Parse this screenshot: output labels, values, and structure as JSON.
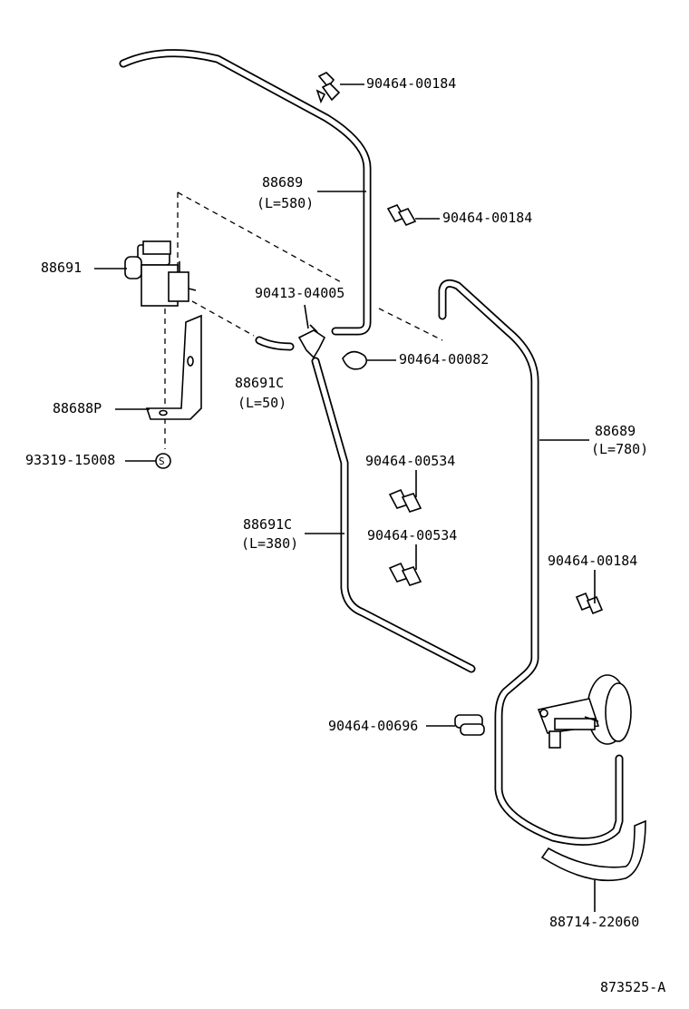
{
  "labels": {
    "clip_top": "90464-00184",
    "hose_top": "88689",
    "hose_top_len": "(L=580)",
    "clip_upper_right": "90464-00184",
    "vsv": "88691",
    "union": "90413-04005",
    "clip_small": "90464-00082",
    "hose_short": "88691C",
    "hose_short_len": "(L=50)",
    "bracket": "88688P",
    "bolt": "93319-15008",
    "clip_mid_1": "90464-00534",
    "hose_long": "88691C",
    "hose_long_len": "(L=380)",
    "clip_mid_2": "90464-00534",
    "hose_right": "88689",
    "hose_right_len": "(L=780)",
    "clip_right": "90464-00184",
    "clip_lower": "90464-00696",
    "actuator_bracket": "88714-22060",
    "diagram_id": "873525-A",
    "bolt_symbol": "S"
  }
}
